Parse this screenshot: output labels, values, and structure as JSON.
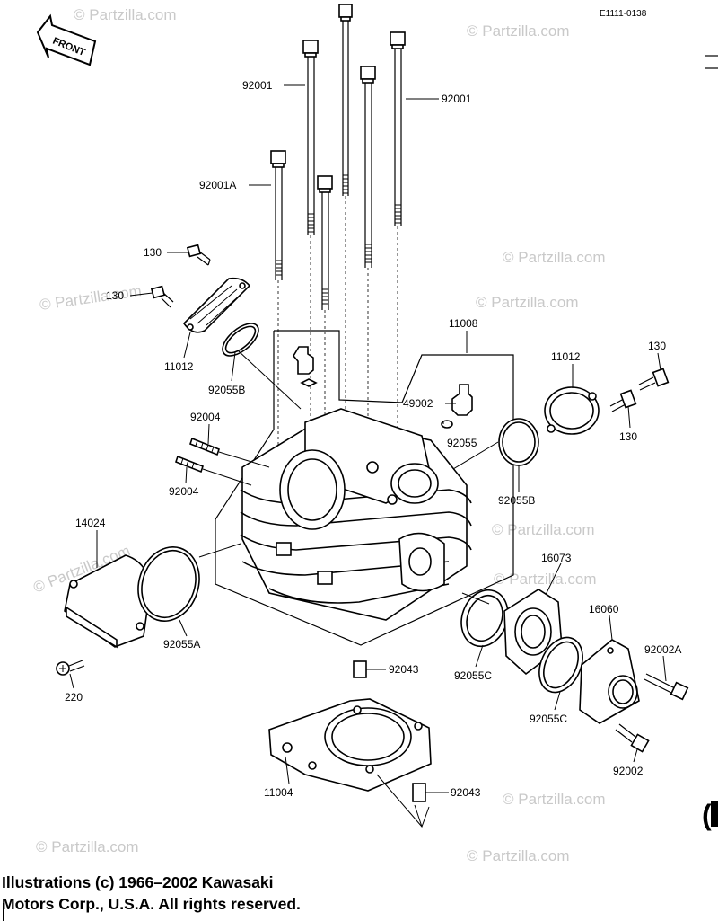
{
  "diagram_code": "E1111-0138",
  "front_label": "FRONT",
  "watermark": "© Partzilla.com",
  "copyright": {
    "line1": "Illustrations (c) 1966–2002 Kawasaki",
    "line2": "Motors Corp., U.S.A.  All rights reserved."
  },
  "edge_glyph": "(",
  "callouts": [
    {
      "id": "c01",
      "label": "92001"
    },
    {
      "id": "c02",
      "label": "92001"
    },
    {
      "id": "c03",
      "label": "92001A"
    },
    {
      "id": "c04",
      "label": "130"
    },
    {
      "id": "c05",
      "label": "130"
    },
    {
      "id": "c06",
      "label": "11012"
    },
    {
      "id": "c07",
      "label": "92055B"
    },
    {
      "id": "c08",
      "label": "11008"
    },
    {
      "id": "c09",
      "label": "49002"
    },
    {
      "id": "c10",
      "label": "92055"
    },
    {
      "id": "c11",
      "label": "11012"
    },
    {
      "id": "c12",
      "label": "130"
    },
    {
      "id": "c13",
      "label": "130"
    },
    {
      "id": "c14",
      "label": "92055B"
    },
    {
      "id": "c15",
      "label": "92004"
    },
    {
      "id": "c16",
      "label": "92004"
    },
    {
      "id": "c17",
      "label": "14024"
    },
    {
      "id": "c18",
      "label": "92055A"
    },
    {
      "id": "c19",
      "label": "220"
    },
    {
      "id": "c20",
      "label": "16073"
    },
    {
      "id": "c21",
      "label": "16060"
    },
    {
      "id": "c22",
      "label": "92002A"
    },
    {
      "id": "c23",
      "label": "92043"
    },
    {
      "id": "c24",
      "label": "92055C"
    },
    {
      "id": "c25",
      "label": "92055C"
    },
    {
      "id": "c26",
      "label": "92002"
    },
    {
      "id": "c27",
      "label": "11004"
    },
    {
      "id": "c28",
      "label": "92043"
    }
  ]
}
